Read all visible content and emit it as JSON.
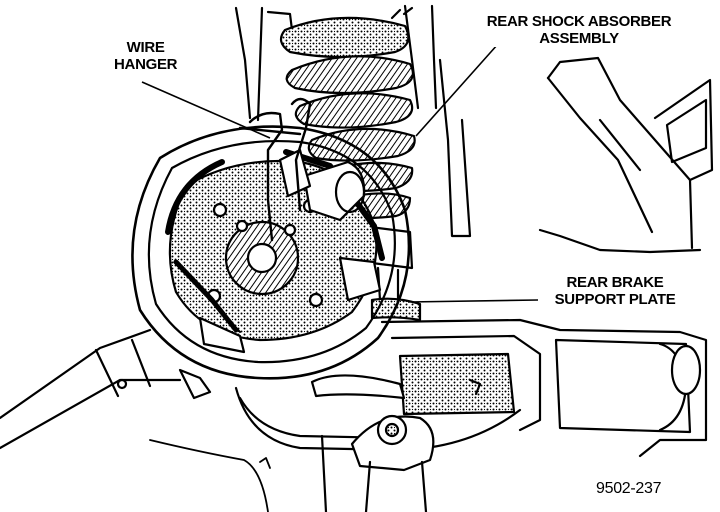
{
  "labels": {
    "wire_hanger": [
      "WIRE",
      "HANGER"
    ],
    "shock_absorber": [
      "REAR SHOCK ABSORBER",
      "ASSEMBLY"
    ],
    "support_plate": [
      "REAR BRAKE",
      "SUPPORT PLATE"
    ],
    "figure_number": "9502-237"
  },
  "colors": {
    "ink": "#000000",
    "paper": "#ffffff"
  }
}
